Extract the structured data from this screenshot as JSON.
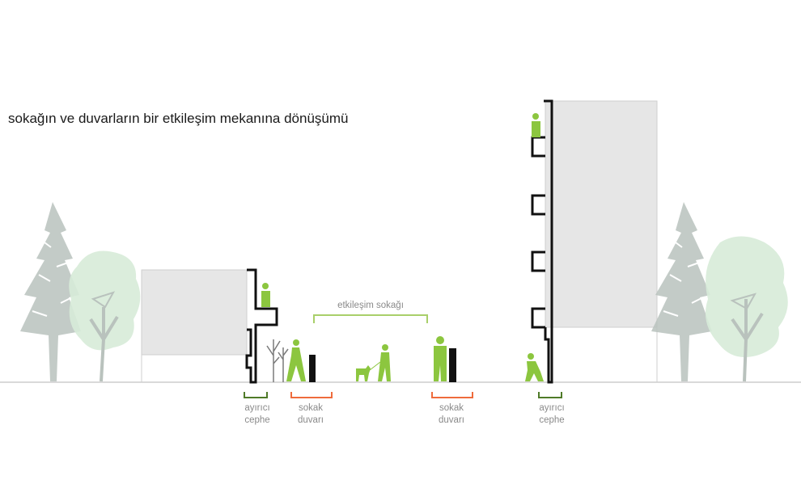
{
  "title": "sokağın ve duvarların bir etkileşim mekanına dönüşümü",
  "labels": {
    "street": "etkileşim sokağı",
    "separating_facade": [
      "ayırıcı",
      "cephe"
    ],
    "street_wall": [
      "sokak",
      "duvarı"
    ]
  },
  "colors": {
    "figure_green": "#8cc63f",
    "tree_grey": "#b9c2bd",
    "tree_light": "#d7ebd8",
    "wall_black": "#111111",
    "panel_grey": "#e6e6e6",
    "bracket_green": "#4f7a28",
    "bracket_orange": "#ef6b3c",
    "street_bracket": "#a9cf6a",
    "ground": "#d9d9d9"
  }
}
